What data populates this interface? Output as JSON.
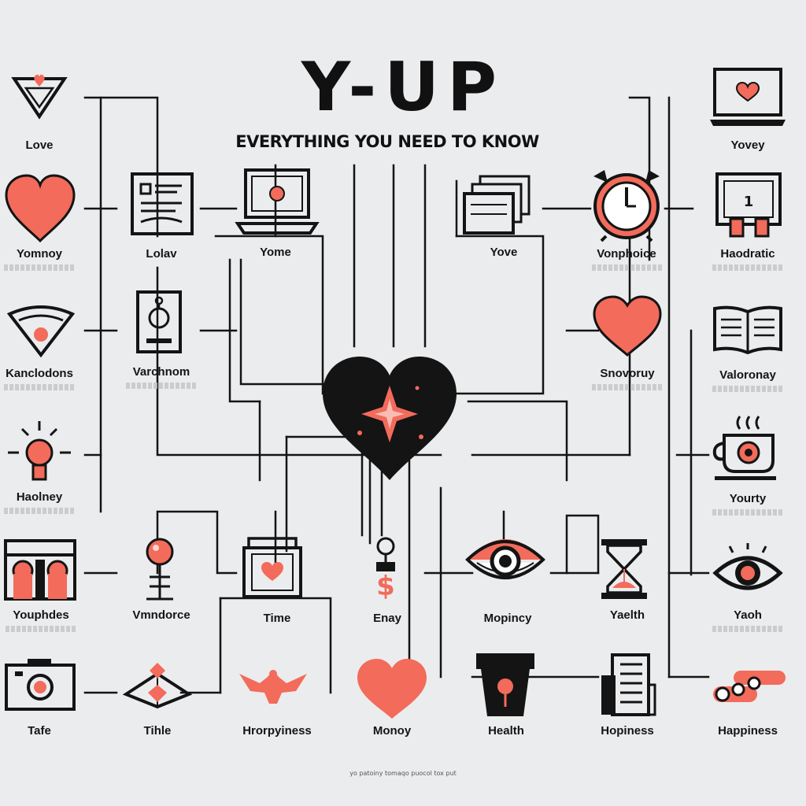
{
  "header": {
    "title": "Y-UP",
    "subtitle": "EVERYTHING YOU NEED TO KNOW"
  },
  "colors": {
    "ink": "#141414",
    "accent": "#f26b5b",
    "background": "#ebecee"
  },
  "center": {
    "icon": "heart-sparkle-icon"
  },
  "nodes": [
    {
      "id": "love",
      "label": "Love",
      "icon": "diamond-heart-icon"
    },
    {
      "id": "yomnoy",
      "label": "Yomnoy",
      "icon": "heart-icon"
    },
    {
      "id": "kanclodons",
      "label": "Kanclodons",
      "icon": "pizza-slice-icon"
    },
    {
      "id": "haolney",
      "label": "Haolney",
      "icon": "lightbulb-icon"
    },
    {
      "id": "youphdes",
      "label": "Youphdes",
      "icon": "pillars-icon"
    },
    {
      "id": "tafe",
      "label": "Tafe",
      "icon": "camera-icon"
    },
    {
      "id": "lolav",
      "label": "Lolav",
      "icon": "document-icon"
    },
    {
      "id": "varchnom",
      "label": "Varchnom",
      "icon": "card-pin-icon"
    },
    {
      "id": "vmndorce",
      "label": "Vmndorce",
      "icon": "bulb-stand-icon"
    },
    {
      "id": "tihle",
      "label": "Tihle",
      "icon": "pyramid-icon"
    },
    {
      "id": "yome",
      "label": "Yome",
      "icon": "laptop-icon"
    },
    {
      "id": "time",
      "label": "Time",
      "icon": "printer-heart-icon"
    },
    {
      "id": "hrpyiness",
      "label": "Hrorpyiness",
      "icon": "bird-icon"
    },
    {
      "id": "enay",
      "label": "Enay",
      "icon": "dollar-icon"
    },
    {
      "id": "moony",
      "label": "Monoy",
      "icon": "heart-icon"
    },
    {
      "id": "yove",
      "label": "Yove",
      "icon": "folders-icon"
    },
    {
      "id": "mopincy",
      "label": "Mopincy",
      "icon": "eye-icon"
    },
    {
      "id": "health",
      "label": "Health",
      "icon": "cup-icon"
    },
    {
      "id": "vonphoice",
      "label": "Vonphoice",
      "icon": "alarm-clock-icon"
    },
    {
      "id": "snovoruy",
      "label": "Snovoruy",
      "icon": "heart-icon"
    },
    {
      "id": "yaelth",
      "label": "Yaelth",
      "icon": "hourglass-icon"
    },
    {
      "id": "hopiness",
      "label": "Hopiness",
      "icon": "building-icon"
    },
    {
      "id": "yovey",
      "label": "Yovey",
      "icon": "laptop-heart-icon"
    },
    {
      "id": "haodratic",
      "label": "Haodratic",
      "icon": "certificate-icon"
    },
    {
      "id": "valoronay",
      "label": "Valoronay",
      "icon": "open-book-icon"
    },
    {
      "id": "yourty",
      "label": "Yourty",
      "icon": "coffee-cup-icon"
    },
    {
      "id": "yaoh",
      "label": "Yaoh",
      "icon": "eye-icon"
    },
    {
      "id": "happiness",
      "label": "Happiness",
      "icon": "toggle-dots-icon"
    }
  ],
  "footer": {
    "text": "yo patoiny tomaqo puocol tox  put"
  }
}
